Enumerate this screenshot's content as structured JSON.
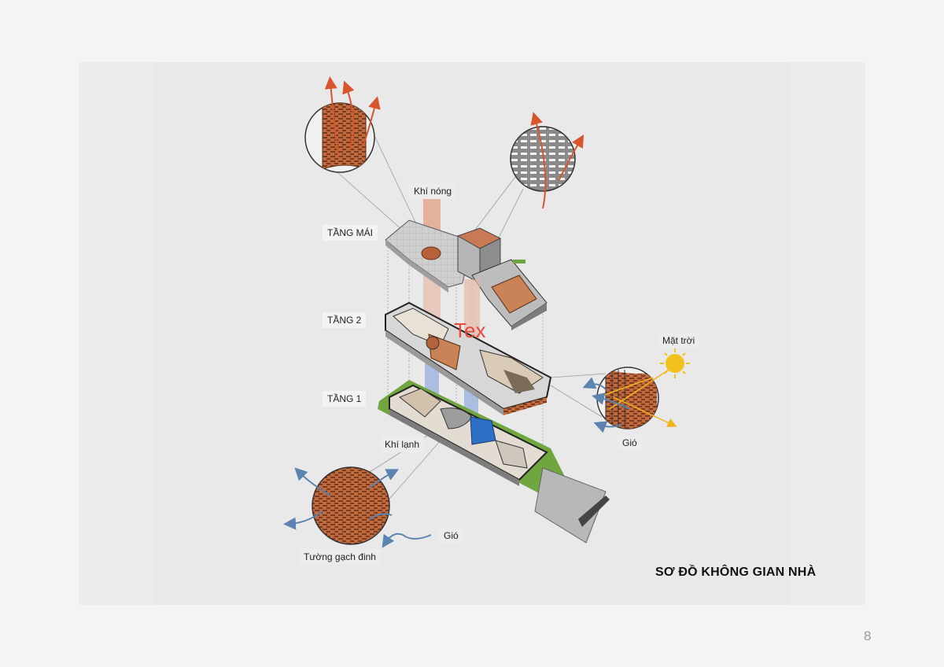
{
  "labels": {
    "tang_mai": "TẦNG MÁI",
    "tang_2": "TẦNG 2",
    "tang_1": "TẦNG 1",
    "khi_nong": "Khí nóng",
    "khi_lanh": "Khí lạnh",
    "mat_troi": "Mặt trời",
    "gio_right": "Gió",
    "gio_bottom": "Gió",
    "tuong_gach": "Tường gạch đinh"
  },
  "overlay_text": "Tex",
  "title": "SƠ ĐỒ KHÔNG GIAN NHÀ",
  "page_number": "8",
  "colors": {
    "brick": "#b5623a",
    "warm_air": "#e2a38a",
    "cool_air": "#9bb3de",
    "grass": "#6fa640",
    "arrow_hot": "#d9552c",
    "arrow_wind": "#5b84b0",
    "sun": "#f2c11b",
    "accent_text": "#e8473a"
  }
}
